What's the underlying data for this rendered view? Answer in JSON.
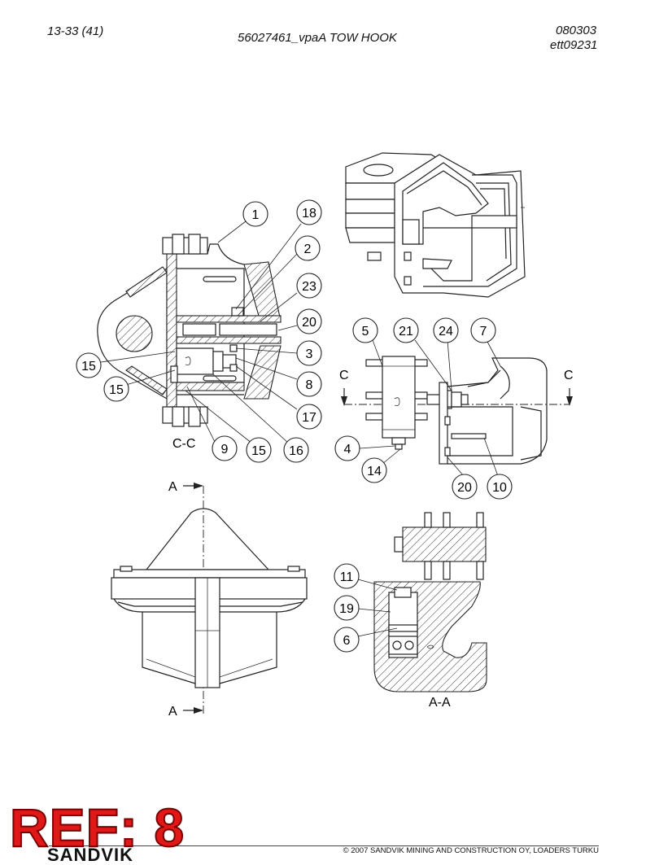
{
  "header": {
    "page_ref": "13-33 (41)",
    "title": "56027461_vpaA TOW HOOK",
    "date_code": "080303",
    "drawing_code": "ett09231"
  },
  "sections": {
    "cc": "C-C",
    "aa": "A-A",
    "a_top": "A",
    "a_bottom": "A",
    "c_left": "C",
    "c_right": "C"
  },
  "callouts": {
    "c1": "1",
    "c18": "18",
    "c2": "2",
    "c23": "23",
    "c20a": "20",
    "c3": "3",
    "c15a": "15",
    "c15b": "15",
    "c8": "8",
    "c17": "17",
    "c9": "9",
    "c15c": "15",
    "c16": "16",
    "c5": "5",
    "c21": "21",
    "c24": "24",
    "c7": "7",
    "c4": "4",
    "c14": "14",
    "c20b": "20",
    "c10": "10",
    "c11": "11",
    "c19": "19",
    "c6": "6"
  },
  "badge": {
    "ref": "REF: 8"
  },
  "footer": {
    "brand": "SANDVIK",
    "copyright": "© 2007 SANDVIK MINING AND CONSTRUCTION OY, LOADERS TURKU"
  }
}
